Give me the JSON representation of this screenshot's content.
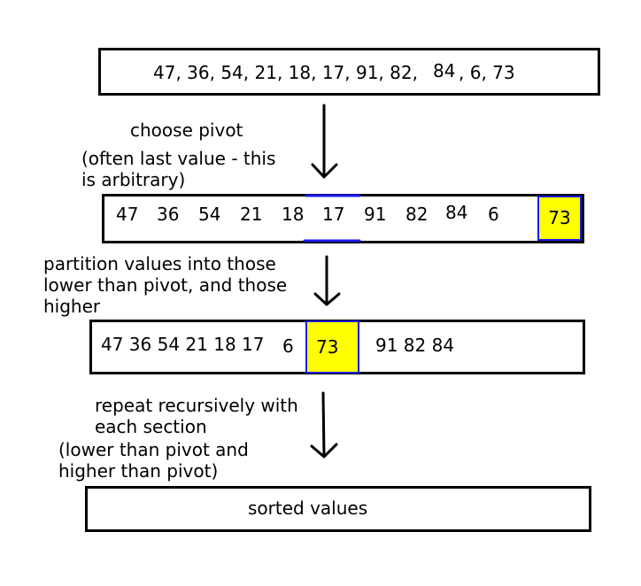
{
  "row1": {
    "values": "47, 36, 54, 21, 18, 17, 91, 82,",
    "value_84": "84",
    "tail": ", 6, 73"
  },
  "step1": {
    "label": "choose pivot",
    "note": "(often last value - this\nis arbitrary)"
  },
  "row2": {
    "values": [
      "47",
      "36",
      "54",
      "21",
      "18",
      "17",
      "91",
      "82",
      "84",
      "6"
    ],
    "pivot": "73"
  },
  "step2": {
    "label": "partition values into those\nlower than pivot, and those\nhigher"
  },
  "row3": {
    "lower": "47 36 54 21 18 17",
    "lower_extra": "6",
    "pivot": "73",
    "higher": "91 82 84"
  },
  "step3": {
    "label": "repeat recursively with\neach section",
    "note": "(lower than pivot and\nhigher than pivot)"
  },
  "result": {
    "label": "sorted values"
  },
  "colors": {
    "pivot_fill": "#ffff00",
    "pivot_border": "#1a1aee"
  }
}
